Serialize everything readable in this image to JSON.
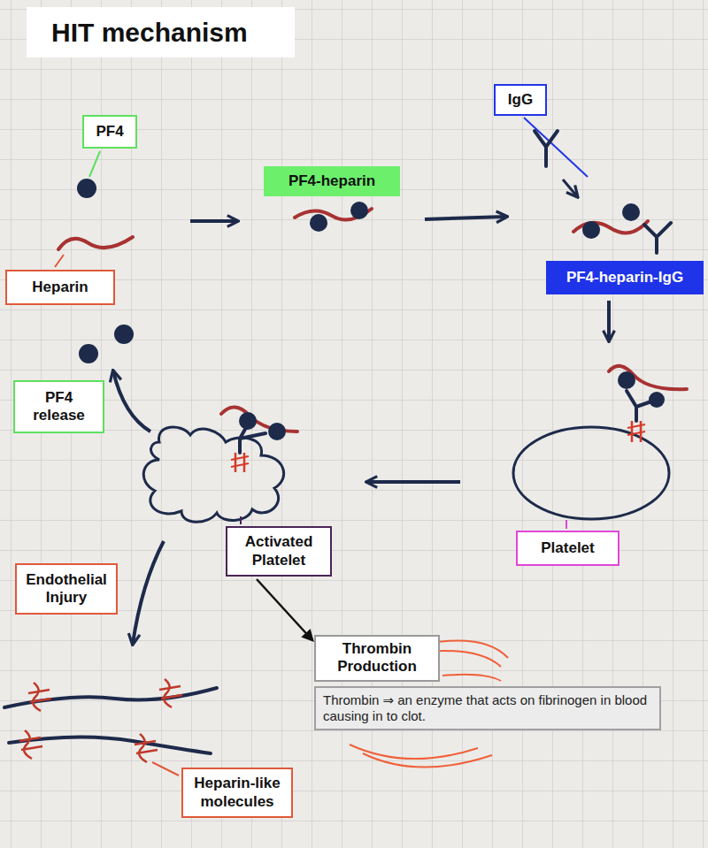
{
  "diagram": {
    "title": "HIT mechanism",
    "nodes": [
      {
        "text": [
          "PF4"
        ]
      },
      {
        "text": [
          "Heparin"
        ]
      },
      {
        "text": [
          "PF4-heparin"
        ]
      },
      {
        "text": [
          "IgG"
        ]
      },
      {
        "text": [
          "PF4-heparin-IgG"
        ]
      },
      {
        "text": [
          "Platelet"
        ]
      },
      {
        "text": [
          "Activated Platelet"
        ]
      },
      {
        "text": [
          "PF4 release"
        ]
      },
      {
        "text": [
          "Endothelial Injury"
        ]
      },
      {
        "text": [
          "Thrombin Production"
        ]
      },
      {
        "text": [
          "Thrombin ⇒ an enzyme that acts on fibrinogen in blood causing in to clot."
        ]
      },
      {
        "text": [
          "Heparin-like molecules"
        ]
      }
    ],
    "edges": [
      {
        "from": 6,
        "to": 9,
        "arrow": "to"
      }
    ]
  }
}
